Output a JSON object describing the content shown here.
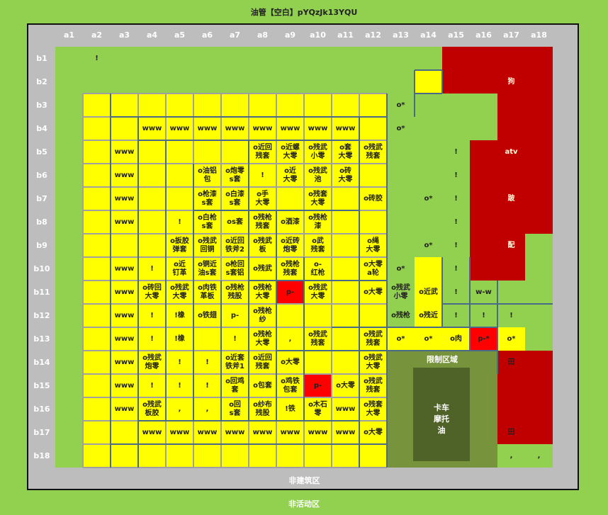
{
  "title": "油管【空白】pYQzJk13YQU",
  "col_headers": [
    "a1",
    "a2",
    "a3",
    "a4",
    "a5",
    "a6",
    "a7",
    "a8",
    "a9",
    "a10",
    "a11",
    "a12",
    "a13",
    "a14",
    "a15",
    "a16",
    "a17",
    "a18"
  ],
  "row_headers": [
    "b1",
    "b2",
    "b3",
    "b4",
    "b5",
    "b6",
    "b7",
    "b8",
    "b9",
    "b10",
    "b11",
    "b12",
    "b13",
    "b14",
    "b15",
    "b16",
    "b17",
    "b18"
  ],
  "colors": {
    "green": "#92d050",
    "yellow": "#ffff00",
    "red": "#c00000",
    "bright_red": "#ff0000",
    "olive": "#77933c",
    "dark_olive": "#4f6228",
    "gray": "#bdbdbd",
    "wall": "#4a6a8a"
  },
  "zones": {
    "restricted_area": "限制区域",
    "truck_area": "卡车\n摩托\n油",
    "non_building_area": "非建筑区",
    "inactive_area": "非活动区"
  },
  "cells": [
    {
      "t": "!",
      "r": 1,
      "c": 2
    },
    {
      "t": "狗",
      "r": 2,
      "c": 17
    },
    {
      "t": "o*",
      "r": 3,
      "c": 13
    },
    {
      "t": "www",
      "r": 4,
      "c": 4
    },
    {
      "t": "www",
      "r": 4,
      "c": 5
    },
    {
      "t": "www",
      "r": 4,
      "c": 6
    },
    {
      "t": "www",
      "r": 4,
      "c": 7
    },
    {
      "t": "www",
      "r": 4,
      "c": 8
    },
    {
      "t": "www",
      "r": 4,
      "c": 9
    },
    {
      "t": "www",
      "r": 4,
      "c": 10
    },
    {
      "t": "www",
      "r": 4,
      "c": 11
    },
    {
      "t": "o*",
      "r": 4,
      "c": 13
    },
    {
      "t": "www",
      "r": 5,
      "c": 3
    },
    {
      "t": "o近回\n残套",
      "r": 5,
      "c": 8
    },
    {
      "t": "o近螺\n大零",
      "r": 5,
      "c": 9
    },
    {
      "t": "o残武\n小零",
      "r": 5,
      "c": 10
    },
    {
      "t": "o套\n大零",
      "r": 5,
      "c": 11
    },
    {
      "t": "o残武\n残套",
      "r": 5,
      "c": 12
    },
    {
      "t": "!",
      "r": 5,
      "c": 15
    },
    {
      "t": "atv",
      "r": 5,
      "c": 17
    },
    {
      "t": "www",
      "r": 6,
      "c": 3
    },
    {
      "t": "o油铝\n包",
      "r": 6,
      "c": 6
    },
    {
      "t": "o炮零\ns套",
      "r": 6,
      "c": 7
    },
    {
      "t": "!",
      "r": 6,
      "c": 8
    },
    {
      "t": "o近\n大零",
      "r": 6,
      "c": 9
    },
    {
      "t": "o残武\n池",
      "r": 6,
      "c": 10
    },
    {
      "t": "o砖\n大零",
      "r": 6,
      "c": 11
    },
    {
      "t": "!",
      "r": 6,
      "c": 15
    },
    {
      "t": "www",
      "r": 7,
      "c": 3
    },
    {
      "t": "o枪漆\ns套",
      "r": 7,
      "c": 6
    },
    {
      "t": "o白漆\ns套",
      "r": 7,
      "c": 7
    },
    {
      "t": "o手\n大零",
      "r": 7,
      "c": 8
    },
    {
      "t": "o残套\n大零",
      "r": 7,
      "c": 10
    },
    {
      "t": "o砖胶",
      "r": 7,
      "c": 12
    },
    {
      "t": "o*",
      "r": 7,
      "c": 14
    },
    {
      "t": "!",
      "r": 7,
      "c": 15
    },
    {
      "t": "跛",
      "r": 7,
      "c": 17
    },
    {
      "t": "www",
      "r": 8,
      "c": 3
    },
    {
      "t": "!",
      "r": 8,
      "c": 5
    },
    {
      "t": "o白枪\ns套",
      "r": 8,
      "c": 6
    },
    {
      "t": "os套",
      "r": 8,
      "c": 7
    },
    {
      "t": "o残枪\n残套",
      "r": 8,
      "c": 8
    },
    {
      "t": "o酒漆",
      "r": 8,
      "c": 9
    },
    {
      "t": "o残枪\n漆",
      "r": 8,
      "c": 10
    },
    {
      "t": "!",
      "r": 8,
      "c": 15
    },
    {
      "t": "o扳胶\n弹套",
      "r": 9,
      "c": 5
    },
    {
      "t": "o残武\n回铜",
      "r": 9,
      "c": 6
    },
    {
      "t": "o近回\n铁斧2",
      "r": 9,
      "c": 7
    },
    {
      "t": "o残武\n板",
      "r": 9,
      "c": 8
    },
    {
      "t": "o近砖\n炮零",
      "r": 9,
      "c": 9
    },
    {
      "t": "o武\n残套",
      "r": 9,
      "c": 10
    },
    {
      "t": "o绳\n大零",
      "r": 9,
      "c": 12
    },
    {
      "t": "o*",
      "r": 9,
      "c": 14
    },
    {
      "t": "!",
      "r": 9,
      "c": 15
    },
    {
      "t": "配",
      "r": 9,
      "c": 17
    },
    {
      "t": "www",
      "r": 10,
      "c": 3
    },
    {
      "t": "!",
      "r": 10,
      "c": 4
    },
    {
      "t": "o近\n钉革",
      "r": 10,
      "c": 5
    },
    {
      "t": "o铜近\n油s套",
      "r": 10,
      "c": 6
    },
    {
      "t": "o枪回\ns套铝",
      "r": 10,
      "c": 7
    },
    {
      "t": "o残武",
      "r": 10,
      "c": 8
    },
    {
      "t": "o残枪\n残套",
      "r": 10,
      "c": 9
    },
    {
      "t": "o-\n红枪",
      "r": 10,
      "c": 10
    },
    {
      "t": "o大零\na轮",
      "r": 10,
      "c": 12
    },
    {
      "t": "o*",
      "r": 10,
      "c": 13
    },
    {
      "t": "!",
      "r": 10,
      "c": 15
    },
    {
      "t": "www",
      "r": 11,
      "c": 3
    },
    {
      "t": "o砖回\n大零",
      "r": 11,
      "c": 4
    },
    {
      "t": "o残武\n大零",
      "r": 11,
      "c": 5
    },
    {
      "t": "o肉铁\n革板",
      "r": 11,
      "c": 6
    },
    {
      "t": "o残枪\n残股",
      "r": 11,
      "c": 7
    },
    {
      "t": "o残枪\n大零",
      "r": 11,
      "c": 8
    },
    {
      "t": "p-",
      "r": 11,
      "c": 9
    },
    {
      "t": "o残武\n大零",
      "r": 11,
      "c": 10
    },
    {
      "t": "o大零",
      "r": 11,
      "c": 12
    },
    {
      "t": "o残武\n小零",
      "r": 11,
      "c": 13
    },
    {
      "t": "o近武",
      "r": 11,
      "c": 14
    },
    {
      "t": "!",
      "r": 11,
      "c": 15
    },
    {
      "t": "w-w",
      "r": 11,
      "c": 16
    },
    {
      "t": "www",
      "r": 12,
      "c": 3
    },
    {
      "t": "!",
      "r": 12,
      "c": 4
    },
    {
      "t": "!橡",
      "r": 12,
      "c": 5
    },
    {
      "t": "o铁翅",
      "r": 12,
      "c": 6
    },
    {
      "t": "p-",
      "r": 12,
      "c": 7
    },
    {
      "t": "o残枪\n纱",
      "r": 12,
      "c": 8
    },
    {
      "t": "o残枪",
      "r": 12,
      "c": 13
    },
    {
      "t": "o残近",
      "r": 12,
      "c": 14
    },
    {
      "t": "!",
      "r": 12,
      "c": 15
    },
    {
      "t": "!",
      "r": 12,
      "c": 16
    },
    {
      "t": "!",
      "r": 12,
      "c": 17
    },
    {
      "t": "www",
      "r": 13,
      "c": 3
    },
    {
      "t": "!",
      "r": 13,
      "c": 4
    },
    {
      "t": "!橡",
      "r": 13,
      "c": 5
    },
    {
      "t": "!",
      "r": 13,
      "c": 7
    },
    {
      "t": "o残枪\n大零",
      "r": 13,
      "c": 8
    },
    {
      "t": ",",
      "r": 13,
      "c": 9
    },
    {
      "t": "o残武\n残套",
      "r": 13,
      "c": 10
    },
    {
      "t": "o残武\n残套",
      "r": 13,
      "c": 12
    },
    {
      "t": "o*",
      "r": 13,
      "c": 13
    },
    {
      "t": "o*",
      "r": 13,
      "c": 14
    },
    {
      "t": "o肉",
      "r": 13,
      "c": 15
    },
    {
      "t": "p-*",
      "r": 13,
      "c": 16
    },
    {
      "t": "o*",
      "r": 13,
      "c": 17
    },
    {
      "t": "www",
      "r": 14,
      "c": 3
    },
    {
      "t": "o残武\n炮零",
      "r": 14,
      "c": 4
    },
    {
      "t": "!",
      "r": 14,
      "c": 5
    },
    {
      "t": "!",
      "r": 14,
      "c": 6
    },
    {
      "t": "o近套\n铁斧1",
      "r": 14,
      "c": 7
    },
    {
      "t": "o近回\n残套",
      "r": 14,
      "c": 8
    },
    {
      "t": "o大零",
      "r": 14,
      "c": 9
    },
    {
      "t": "o残武\n大零",
      "r": 14,
      "c": 12
    },
    {
      "t": "田",
      "r": 14,
      "c": 17
    },
    {
      "t": "www",
      "r": 15,
      "c": 3
    },
    {
      "t": "!",
      "r": 15,
      "c": 4
    },
    {
      "t": "!",
      "r": 15,
      "c": 5
    },
    {
      "t": "!",
      "r": 15,
      "c": 6
    },
    {
      "t": "o回鸡\n套",
      "r": 15,
      "c": 7
    },
    {
      "t": "o包套",
      "r": 15,
      "c": 8
    },
    {
      "t": "o鸡铁\n包套",
      "r": 15,
      "c": 9
    },
    {
      "t": "p-",
      "r": 15,
      "c": 10
    },
    {
      "t": "o大零",
      "r": 15,
      "c": 11
    },
    {
      "t": "o残武\n残套",
      "r": 15,
      "c": 12
    },
    {
      "t": "www",
      "r": 16,
      "c": 3
    },
    {
      "t": "o残武\n板胶",
      "r": 16,
      "c": 4
    },
    {
      "t": ",",
      "r": 16,
      "c": 5
    },
    {
      "t": ",",
      "r": 16,
      "c": 6
    },
    {
      "t": "o回\ns套",
      "r": 16,
      "c": 7
    },
    {
      "t": "o纱布\n残股",
      "r": 16,
      "c": 8
    },
    {
      "t": "!铁",
      "r": 16,
      "c": 9
    },
    {
      "t": "o木石\n零",
      "r": 16,
      "c": 10
    },
    {
      "t": "www",
      "r": 16,
      "c": 11
    },
    {
      "t": "o残套\n大零",
      "r": 16,
      "c": 12
    },
    {
      "t": "www",
      "r": 17,
      "c": 4
    },
    {
      "t": "www",
      "r": 17,
      "c": 5
    },
    {
      "t": "www",
      "r": 17,
      "c": 6
    },
    {
      "t": "www",
      "r": 17,
      "c": 7
    },
    {
      "t": "www",
      "r": 17,
      "c": 8
    },
    {
      "t": "www",
      "r": 17,
      "c": 9
    },
    {
      "t": "www",
      "r": 17,
      "c": 10
    },
    {
      "t": "www",
      "r": 17,
      "c": 11
    },
    {
      "t": "o大零",
      "r": 17,
      "c": 12
    },
    {
      "t": "田",
      "r": 17,
      "c": 17
    },
    {
      "t": ",",
      "r": 18,
      "c": 17
    },
    {
      "t": ",",
      "r": 18,
      "c": 18
    }
  ]
}
